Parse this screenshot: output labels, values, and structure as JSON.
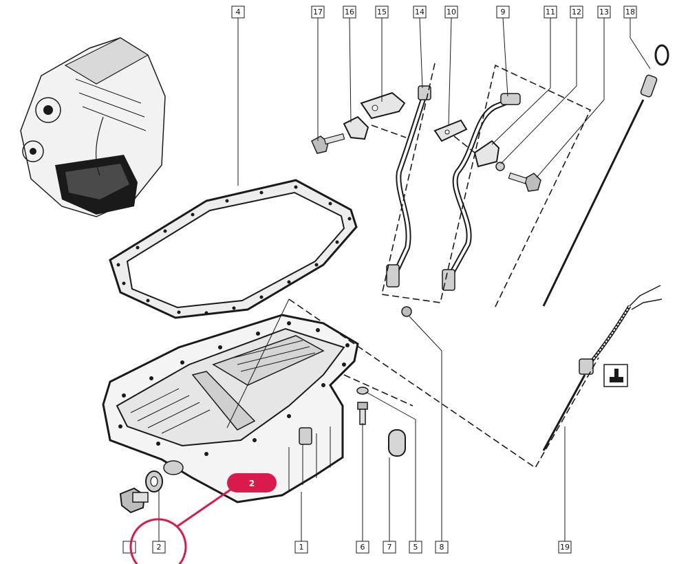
{
  "callouts": [
    {
      "id": "1"
    },
    {
      "id": "2"
    },
    {
      "id": "4"
    },
    {
      "id": "5"
    },
    {
      "id": "6"
    },
    {
      "id": "7"
    },
    {
      "id": "8"
    },
    {
      "id": "9"
    },
    {
      "id": "10"
    },
    {
      "id": "11"
    },
    {
      "id": "12"
    },
    {
      "id": "13"
    },
    {
      "id": "14"
    },
    {
      "id": "15"
    },
    {
      "id": "16"
    },
    {
      "id": "17"
    },
    {
      "id": "18"
    },
    {
      "id": "19"
    }
  ],
  "highlight": {
    "label": "2",
    "color": "#d81b4a"
  },
  "icons": {
    "manual_ref": "service-manual-icon"
  }
}
